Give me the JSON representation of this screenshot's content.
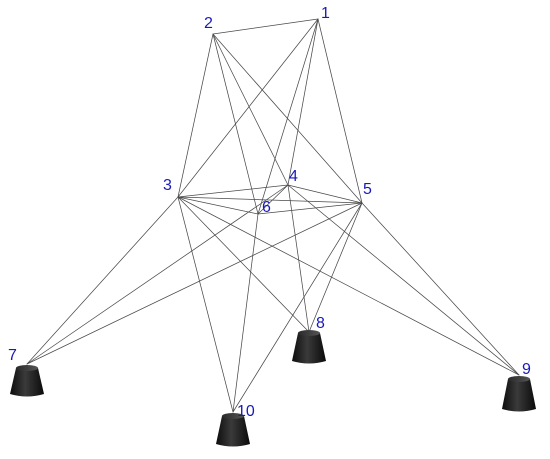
{
  "labels": {
    "n1": "1",
    "n2": "2",
    "n3": "3",
    "n4": "4",
    "n5": "5",
    "n6": "6",
    "n7": "7",
    "n8": "8",
    "n9": "9",
    "n10": "10"
  },
  "colors": {
    "label": "#1a1ab8",
    "member": "#4a4a4a",
    "support": "#1a1a1a"
  }
}
